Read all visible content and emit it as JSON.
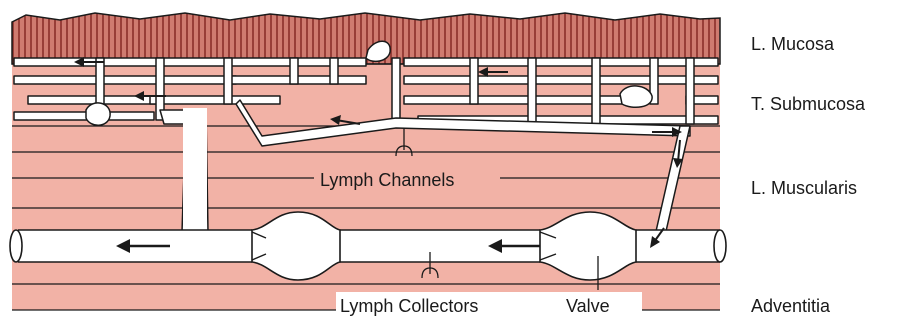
{
  "layers": {
    "mucosa": "L. Mucosa",
    "submucosa": "T. Submucosa",
    "muscularis": "L. Muscularis",
    "adventitia": "Adventitia"
  },
  "labels": {
    "channels": "Lymph Channels",
    "collectors": "Lymph Collectors",
    "valve": "Valve"
  },
  "colors": {
    "tissue": "#f2b2a6",
    "mucosa": "#cf7b70",
    "stripe": "#8a2e2a",
    "outline": "#1a1a1a",
    "vessel": "#ffffff",
    "background": "#ffffff"
  }
}
